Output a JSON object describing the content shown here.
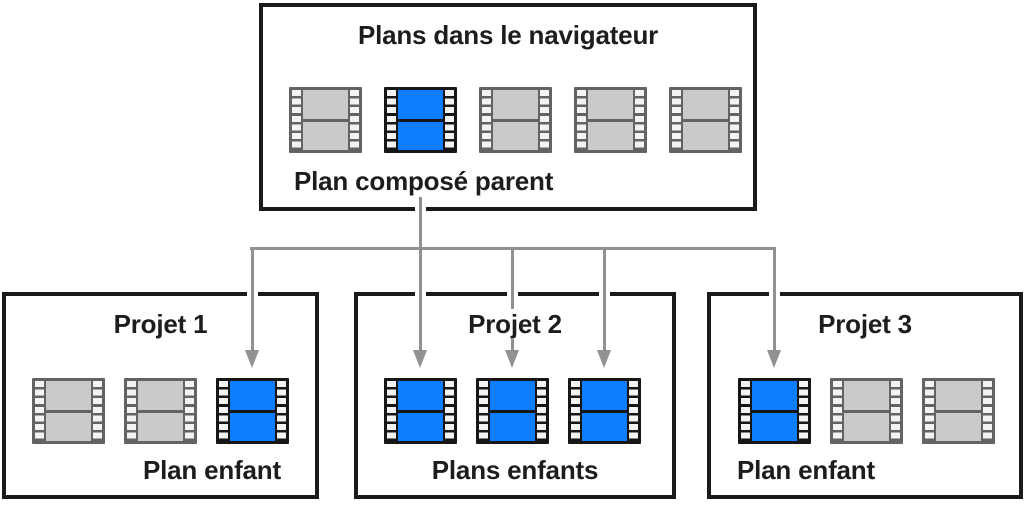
{
  "browser": {
    "title": "Plans dans le navigateur",
    "parent_label": "Plan composé parent",
    "clips": [
      "gray",
      "blue",
      "gray",
      "gray",
      "gray"
    ]
  },
  "projects": [
    {
      "title": "Projet 1",
      "label": "Plan enfant",
      "clips": [
        "gray",
        "gray",
        "blue"
      ]
    },
    {
      "title": "Projet 2",
      "label": "Plans enfants",
      "clips": [
        "blue",
        "blue",
        "blue"
      ]
    },
    {
      "title": "Projet 3",
      "label": "Plan enfant",
      "clips": [
        "blue",
        "gray",
        "gray"
      ]
    }
  ],
  "icons": {
    "clip": "filmstrip-icon",
    "arrow": "arrow-down-icon"
  },
  "colors": {
    "accent_blue": "#0d7dff",
    "frame_gray": "#cacaca",
    "strip_gray": "#636363",
    "strip_dark": "#161616",
    "hole_white": "#f3f3f3",
    "line_gray": "#919191",
    "border_black": "#1a1a1a",
    "text": "#1d1d1f"
  }
}
